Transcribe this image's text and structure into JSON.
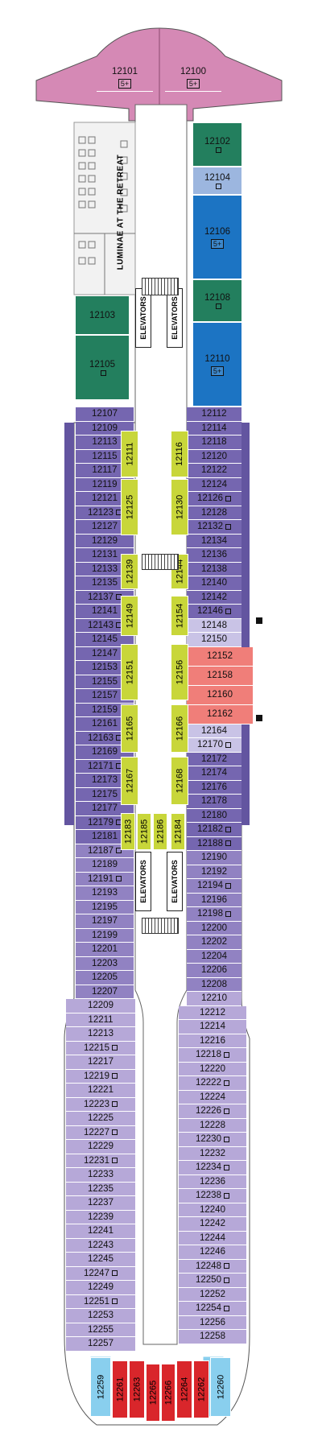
{
  "colors": {
    "suite_top": "#d589b5",
    "green": "#237f5e",
    "light_blue": "#9cb6df",
    "blue": "#1c74c3",
    "purple_dark": "#7566b0",
    "purple_mid": "#9182c2",
    "purple_light": "#b6a8d8",
    "lavender": "#c9c3e6",
    "salmon": "#f07e79",
    "red": "#d9262b",
    "sky": "#89cfee",
    "inside": "#c8d63a"
  },
  "areas": {
    "lounge": "LUMINAE AT THE RETREAT",
    "elevators": "ELEVATORS"
  },
  "suites": [
    {
      "num": "12101",
      "tag": "5+"
    },
    {
      "num": "12100",
      "tag": "5+"
    },
    {
      "num": "12102"
    },
    {
      "num": "12104"
    },
    {
      "num": "12106",
      "tag": "5+"
    },
    {
      "num": "12108"
    },
    {
      "num": "12103"
    },
    {
      "num": "12105"
    },
    {
      "num": "12110",
      "tag": "5+"
    }
  ],
  "port_cabins": [
    "12107",
    "12109",
    "12113",
    "12115",
    "12117",
    "12119",
    "12121",
    "12123",
    "12127",
    "12129",
    "12131",
    "12133",
    "12135",
    "12137",
    "12141",
    "12143",
    "12145",
    "12147",
    "12153",
    "12155",
    "12157",
    "12159",
    "12161",
    "12163",
    "12169",
    "12171",
    "12173",
    "12175",
    "12177",
    "12179",
    "12181",
    "12187",
    "12189",
    "12191",
    "12193",
    "12195",
    "12197",
    "12199",
    "12201",
    "12203",
    "12205",
    "12207",
    "12209",
    "12211",
    "12213",
    "12215",
    "12217",
    "12219",
    "12221",
    "12223",
    "12225",
    "12227",
    "12229",
    "12231",
    "12233",
    "12235",
    "12237",
    "12239",
    "12241",
    "12243",
    "12245",
    "12247",
    "12249",
    "12251",
    "12253",
    "12255",
    "12257"
  ],
  "starboard_cabins": [
    "12112",
    "12114",
    "12118",
    "12120",
    "12122",
    "12124",
    "12126",
    "12128",
    "12132",
    "12134",
    "12136",
    "12138",
    "12140",
    "12142",
    "12146",
    "12148",
    "12150",
    "12152",
    "12158",
    "12160",
    "12162",
    "12164",
    "12170",
    "12172",
    "12174",
    "12176",
    "12178",
    "12180",
    "12182",
    "12188",
    "12190",
    "12192",
    "12194",
    "12196",
    "12198",
    "12200",
    "12202",
    "12204",
    "12206",
    "12208",
    "12210",
    "12212",
    "12214",
    "12216",
    "12218",
    "12220",
    "12222",
    "12224",
    "12226",
    "12228",
    "12230",
    "12232",
    "12234",
    "12236",
    "12238",
    "12240",
    "12242",
    "12244",
    "12246",
    "12248",
    "12250",
    "12252",
    "12254",
    "12256",
    "12258"
  ],
  "inside_cabins": [
    "12111",
    "12125",
    "12116",
    "12130",
    "12139",
    "12144",
    "12149",
    "12154",
    "12151",
    "12156",
    "12165",
    "12166",
    "12167",
    "12168",
    "12185",
    "12186",
    "12183",
    "12184"
  ],
  "aft_cabins": [
    "12259",
    "12261",
    "12263",
    "12265",
    "12266",
    "12264",
    "12262",
    "12260"
  ]
}
